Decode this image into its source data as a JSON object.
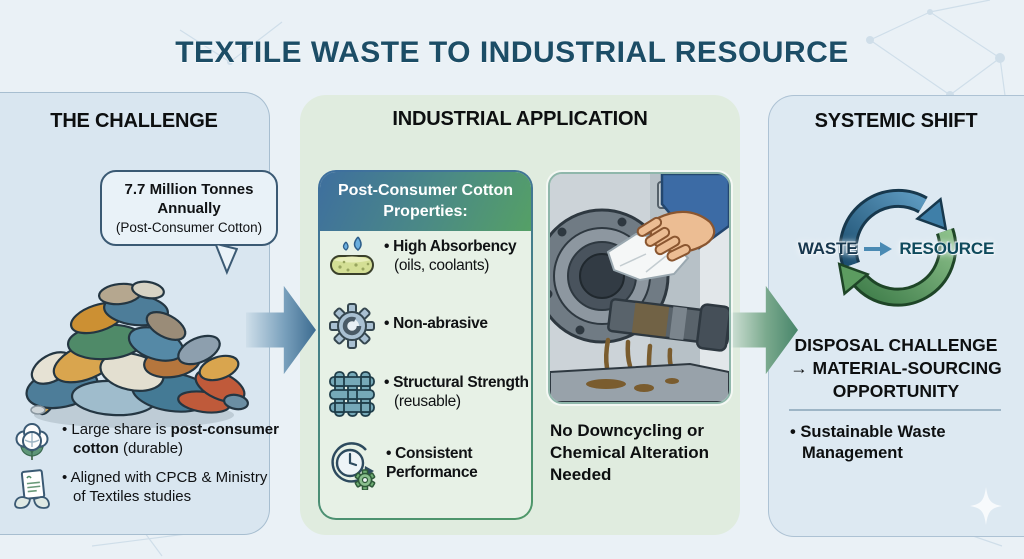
{
  "title": "TEXTILE WASTE TO INDUSTRIAL RESOURCE",
  "colors": {
    "title": "#1c4d66",
    "panel_left_bg": "#d9e6f0",
    "panel_mid_bg": "#e0ecdf",
    "panel_right_bg": "#dde9f2",
    "card_header_gradient_start": "#3e6f9e",
    "card_header_gradient_end": "#55a066",
    "flow_arrow_blue": "#3c6b90",
    "flow_arrow_green": "#47856a",
    "cycle_blue": "#3f7fa8",
    "cycle_green": "#5c9c60"
  },
  "challenge": {
    "heading": "THE CHALLENGE",
    "callout_line1": "7.7 Million Tonnes",
    "callout_line2": "Annually",
    "callout_line3": "(Post-Consumer Cotton)",
    "bullet1_prefix": "• Large share is ",
    "bullet1_bold": "post-consumer cotton",
    "bullet1_suffix": " (durable)",
    "bullet2": "• Aligned with CPCB & Ministry of Textiles studies",
    "icon1": "cotton-icon",
    "icon2": "document-hands-icon"
  },
  "industrial": {
    "heading": "INDUSTRIAL APPLICATION",
    "card_title_line1": "Post-Consumer Cotton",
    "card_title_line2": "Properties:",
    "properties": [
      {
        "icon": "sponge-droplets-icon",
        "label": "• High Absorbency",
        "sub": "(oils, coolants)"
      },
      {
        "icon": "gear-icon",
        "label": "• Non-abrasive",
        "sub": ""
      },
      {
        "icon": "woven-fabric-icon",
        "label": "• Structural Strength",
        "sub": "(reusable)"
      },
      {
        "icon": "clock-gear-icon",
        "label": "• Consistent Performance",
        "sub": ""
      }
    ],
    "note": "No Downcycling or Chemical Alteration Needed",
    "illustration": "machine-wiping-illustration"
  },
  "systemic": {
    "heading": "SYSTEMIC SHIFT",
    "cycle_left": "WASTE",
    "cycle_right": "RESOURCE",
    "statement_line1": "DISPOSAL CHALLENGE",
    "statement_line2": "→ MATERIAL-SOURCING",
    "statement_line3": "OPPORTUNITY",
    "bullet": "• Sustainable Waste Management"
  }
}
